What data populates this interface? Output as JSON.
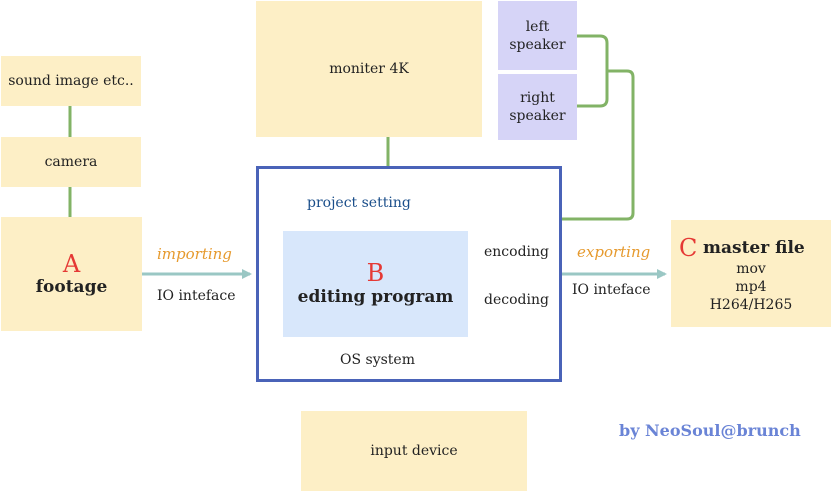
{
  "nodes": {
    "sound_image": "sound image etc..",
    "camera": "camera",
    "footage": {
      "letter": "A",
      "label": "footage"
    },
    "monitor": "moniter 4K",
    "left_speaker": {
      "line1": "left",
      "line2": "speaker"
    },
    "right_speaker": {
      "line1": "right",
      "line2": "speaker"
    },
    "project_setting": "project setting",
    "editing": {
      "letter": "B",
      "label": "editing program"
    },
    "encoding": "encoding",
    "decoding": "decoding",
    "os": "OS system",
    "master": {
      "letter": "C",
      "label": "master file",
      "formats": [
        "mov",
        "mp4",
        "H264/H265"
      ]
    },
    "input_device": "input device"
  },
  "edges": {
    "importing": "importing",
    "import_io": "IO inteface",
    "exporting": "exporting",
    "export_io": "IO inteface"
  },
  "credit": "by NeoSoul@brunch",
  "colors": {
    "box_fill": "#fdefc6",
    "speaker_fill": "#d6d4f7",
    "editing_fill": "#d8e7fb",
    "os_border": "#4a63b8",
    "connector_green": "#82b366",
    "arrow_teal": "#9ac7c4",
    "label_orange": "#e69a2e",
    "letter_red": "#e53935",
    "credit_blue": "#6a84d6",
    "project_blue": "#1a4e8a"
  }
}
